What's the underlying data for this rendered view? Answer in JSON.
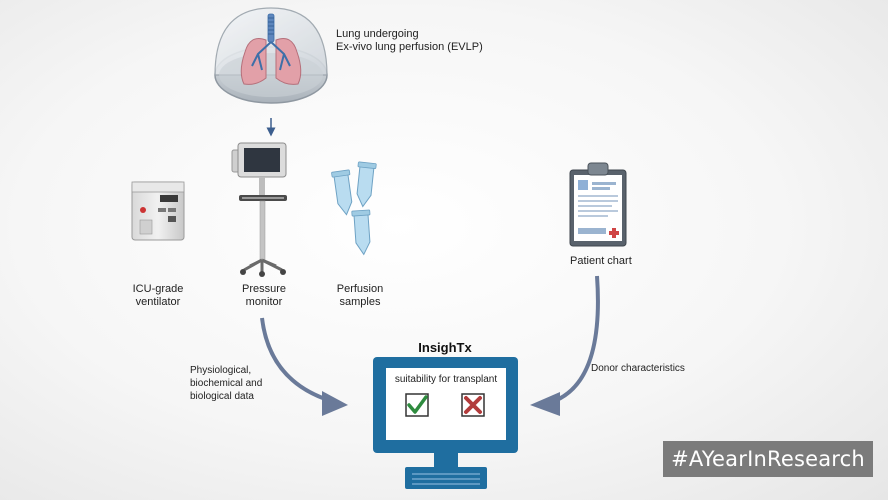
{
  "lung": {
    "caption_line1": "Lung undergoing",
    "caption_line2": "Ex-vivo lung perfusion (EVLP)"
  },
  "equipment": {
    "ventilator_line1": "ICU-grade",
    "ventilator_line2": "ventilator",
    "monitor_line1": "Pressure",
    "monitor_line2": "monitor",
    "samples_line1": "Perfusion",
    "samples_line2": "samples"
  },
  "patient_chart": {
    "label": "Patient chart"
  },
  "inputs": {
    "physio_line1": "Physiological,",
    "physio_line2": "biochemical and",
    "physio_line3": "biological data",
    "donor": "Donor characteristics"
  },
  "insight": {
    "title": "InsighTx",
    "screen_text": "suitability for transplant",
    "accept_icon": "check-icon",
    "reject_icon": "x-icon"
  },
  "hashtag": "#AYearInResearch",
  "colors": {
    "monitor_blue": "#1f6ea0",
    "arrow_gray": "#6a7a99",
    "check_green": "#2e8b3e",
    "cross_red": "#b23b3b",
    "lung_pink": "#d98a94",
    "trachea_blue": "#3e6fa8"
  }
}
